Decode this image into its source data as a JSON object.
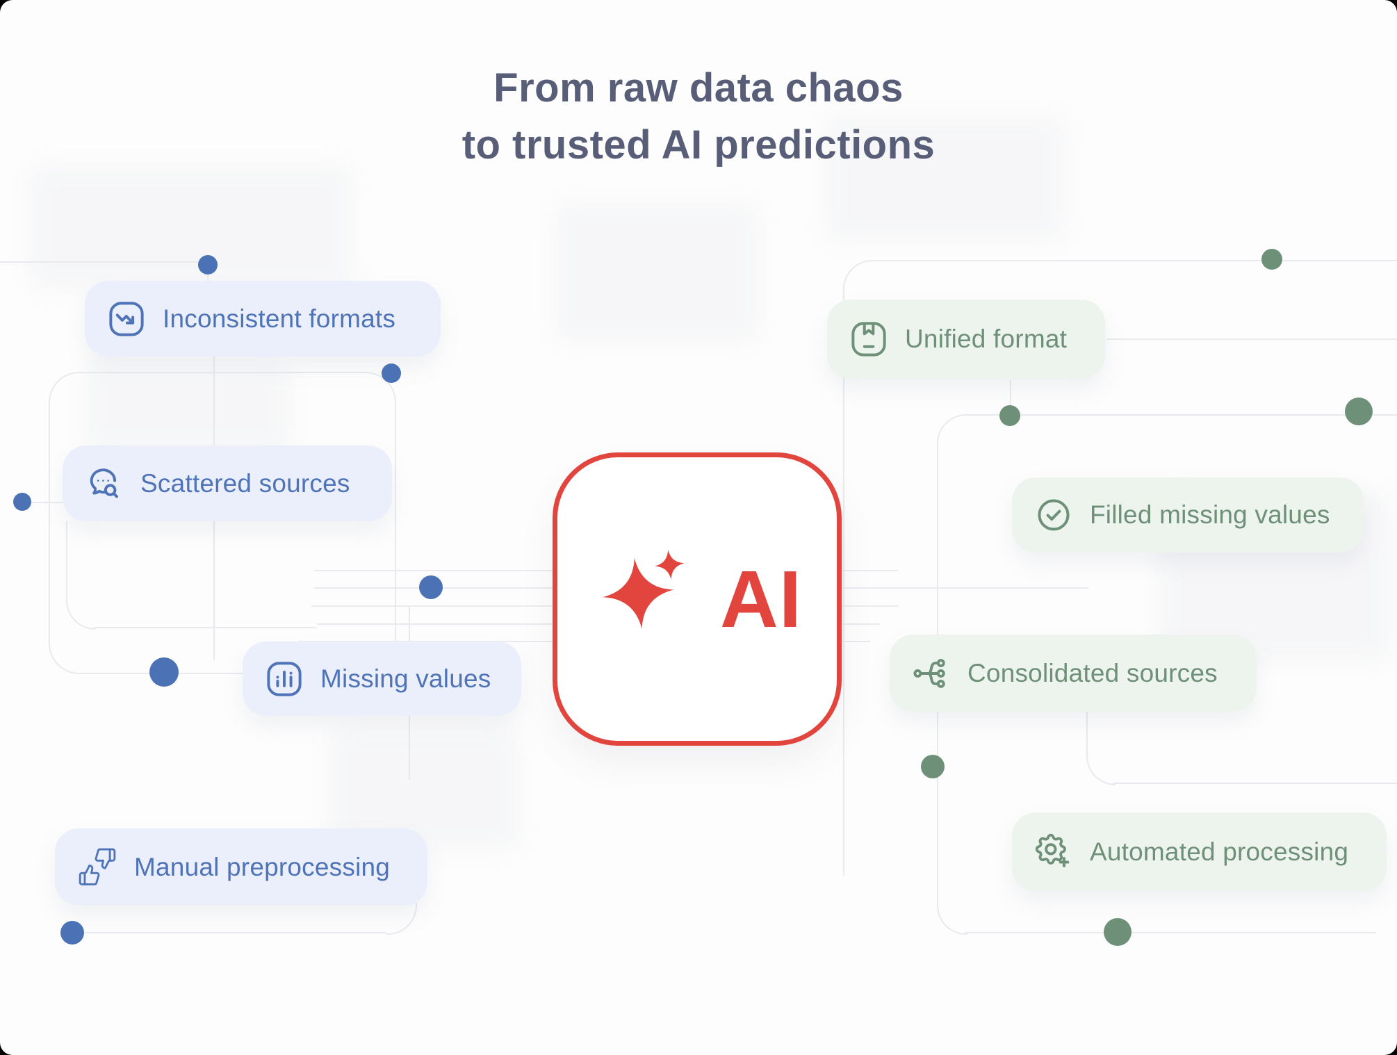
{
  "title": {
    "line1": "From raw data chaos",
    "line2": "to trusted AI predictions"
  },
  "center": {
    "label": "AI",
    "icon": "sparkle-icon",
    "border_color": "#E2453E"
  },
  "problems": [
    {
      "label": "Inconsistent formats",
      "icon": "trend-down-icon"
    },
    {
      "label": "Scattered sources",
      "icon": "chat-search-icon"
    },
    {
      "label": "Missing values",
      "icon": "bar-chart-icon"
    },
    {
      "label": "Manual preprocessing",
      "icon": "thumbs-up-down-icon"
    }
  ],
  "solutions": [
    {
      "label": "Unified format",
      "icon": "package-bookmark-icon"
    },
    {
      "label": "Filled missing values",
      "icon": "check-circle-icon"
    },
    {
      "label": "Consolidated sources",
      "icon": "merge-branches-icon"
    },
    {
      "label": "Automated processing",
      "icon": "gear-plus-icon"
    }
  ],
  "colors": {
    "accent_red": "#E2453E",
    "problem_text": "#4E74B7",
    "problem_pill_bg": "#EBEFFB",
    "solution_text": "#6F9078",
    "solution_pill_bg": "#EDF4EE",
    "dot_blue": "#4A72B4",
    "dot_green": "#6F9078",
    "title_text": "#585E77",
    "wire_gray": "#E8EAEE"
  }
}
